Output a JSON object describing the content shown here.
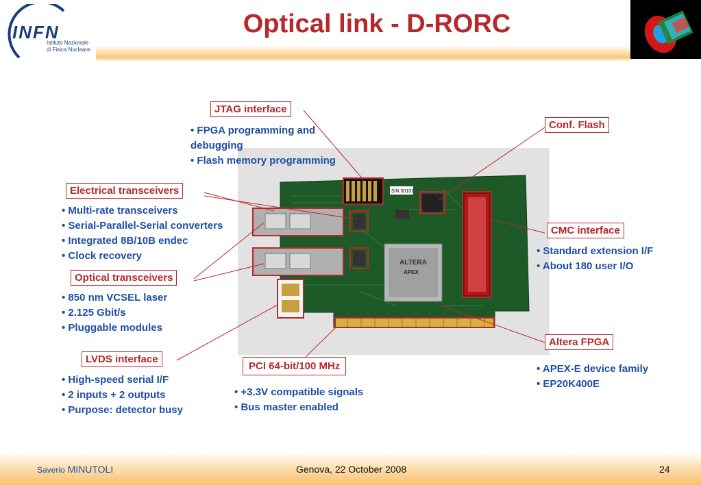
{
  "slide": {
    "title": "Optical link - D-RORC",
    "logo": {
      "text": "INFN",
      "line1": "Istituto Nazionale",
      "line2": "di Fisica Nucleare"
    }
  },
  "callouts": {
    "jtag": {
      "label": "JTAG interface",
      "bullets": [
        "FPGA programming and",
        "Flash memory programming"
      ],
      "wrap": "debugging"
    },
    "conf_flash": {
      "label": "Conf. Flash"
    },
    "electrical": {
      "label": "Electrical transceivers",
      "bullets": [
        "Multi-rate transceivers",
        "Serial-Parallel-Serial converters",
        "Integrated 8B/10B endec",
        "Clock recovery"
      ]
    },
    "cmc": {
      "label": "CMC interface",
      "bullets": [
        "Standard extension I/F",
        "About 180 user I/O"
      ]
    },
    "optical": {
      "label": "Optical transceivers",
      "bullets": [
        "850 nm VCSEL laser",
        "2.125 Gbit/s",
        "Pluggable modules"
      ]
    },
    "altera": {
      "label": "Altera FPGA",
      "bullets": [
        "APEX-E device family",
        "EP20K400E"
      ]
    },
    "lvds": {
      "label": "LVDS interface",
      "bullets": [
        "High-speed serial I/F",
        "2 inputs + 2 outputs",
        "Purpose: detector busy"
      ]
    },
    "pci": {
      "label": "PCI 64-bit/100 MHz",
      "bullets": [
        "+3.3V compatible signals",
        "Bus master enabled"
      ]
    }
  },
  "board": {
    "chip_brand": "ALTERA",
    "chip_model": "APEX",
    "serial": "S/N 00101"
  },
  "footer": {
    "author_first": "Saverio",
    "author_last": "MINUTOLI",
    "date": "Genova, 22 October 2008",
    "page": "24"
  },
  "colors": {
    "title": "#b5282c",
    "bullet_text": "#1f4ea3",
    "board_green": "#1e5a28"
  }
}
